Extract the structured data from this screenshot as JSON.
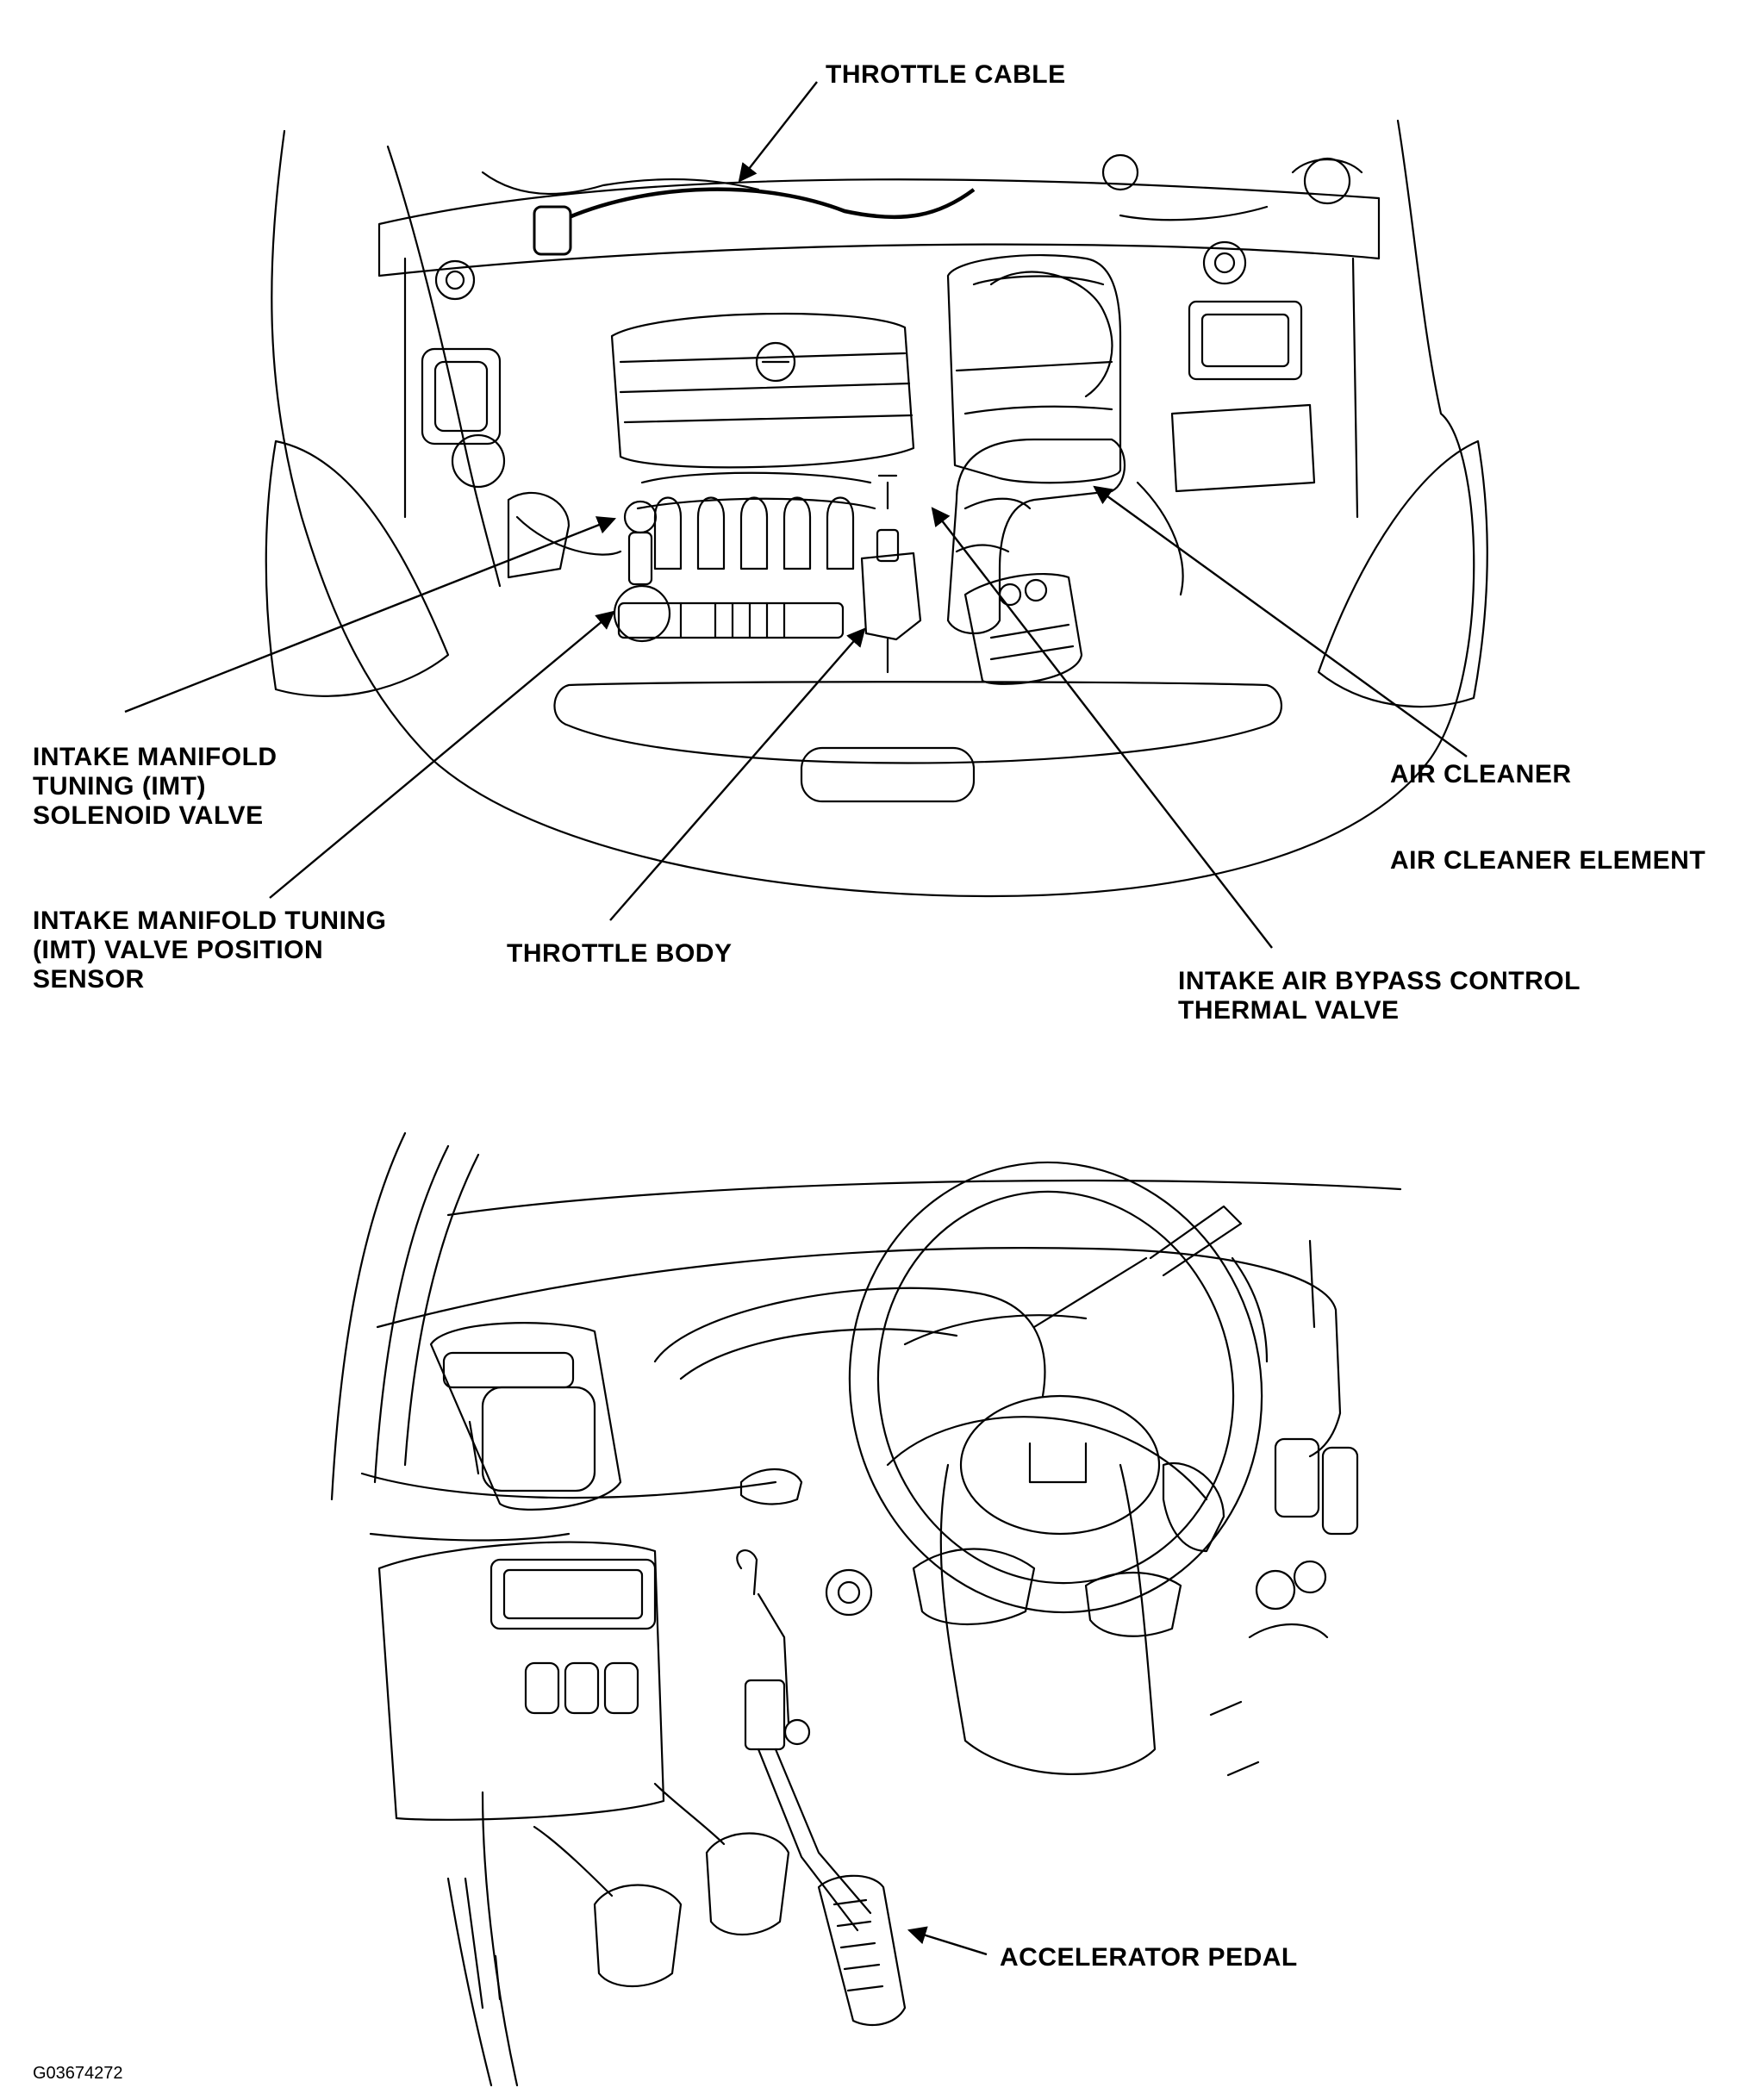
{
  "callouts": {
    "throttle_cable": [
      "THROTTLE CABLE"
    ],
    "imt_solenoid_valve": [
      "INTAKE MANIFOLD",
      "TUNING (IMT)",
      "SOLENOID VALVE"
    ],
    "imt_position_sensor": [
      "INTAKE MANIFOLD TUNING",
      "(IMT) VALVE POSITION",
      "SENSOR"
    ],
    "throttle_body": [
      "THROTTLE BODY"
    ],
    "air_cleaner": [
      "AIR CLEANER"
    ],
    "air_cleaner_element": [
      "AIR CLEANER ELEMENT"
    ],
    "bypass_thermal_valve": [
      "INTAKE AIR BYPASS CONTROL",
      "THERMAL VALVE"
    ],
    "accelerator_pedal": [
      "ACCELERATOR PEDAL"
    ]
  },
  "figure_id": "G03674272"
}
